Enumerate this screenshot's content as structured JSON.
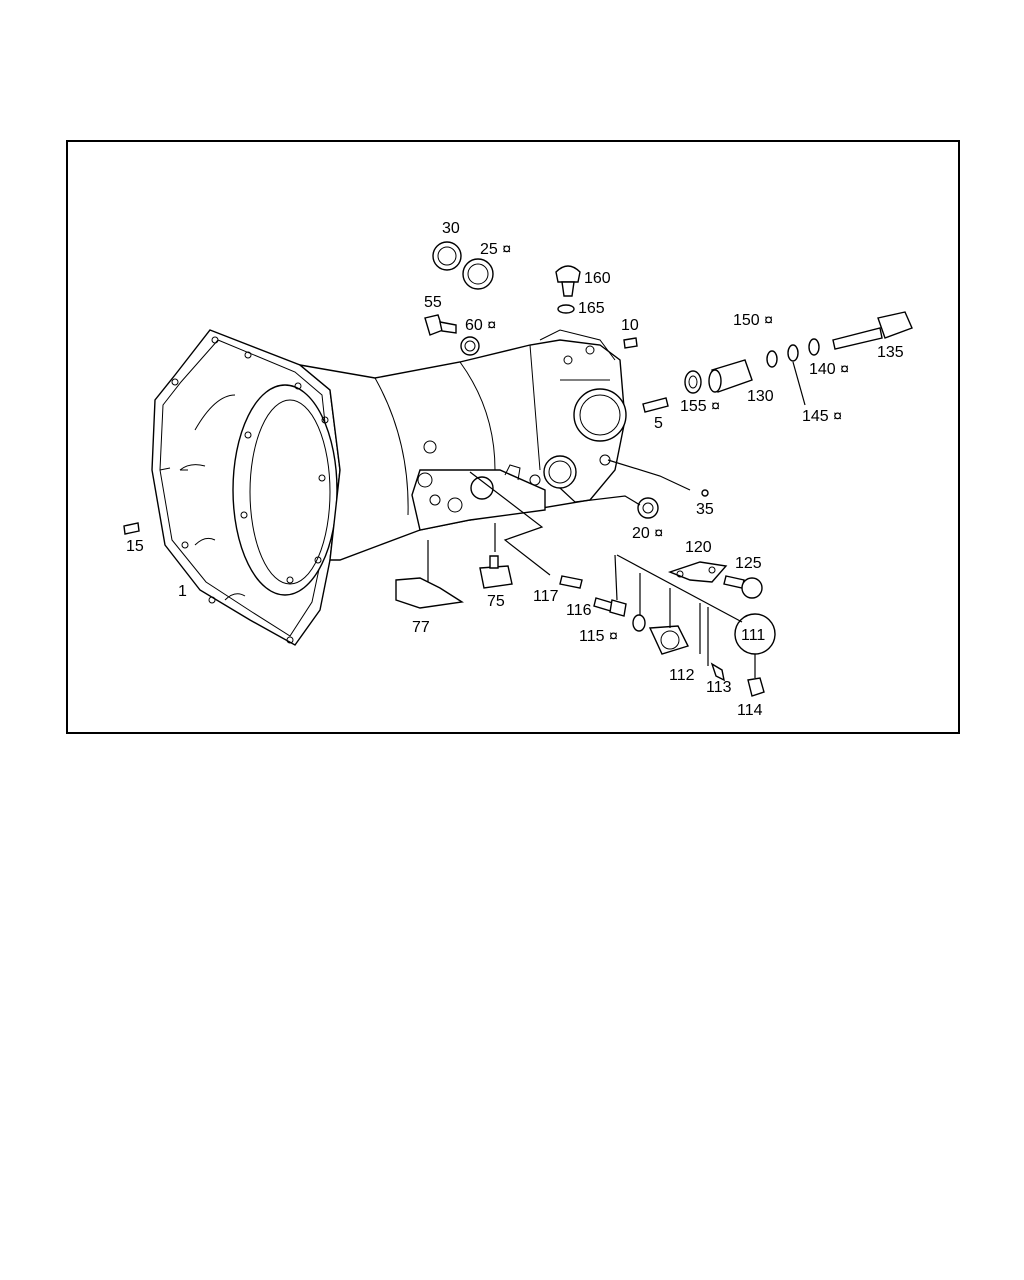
{
  "diagram": {
    "callouts": [
      {
        "id": "c1",
        "text": "1"
      },
      {
        "id": "c5",
        "text": "5"
      },
      {
        "id": "c10",
        "text": "10"
      },
      {
        "id": "c15",
        "text": "15"
      },
      {
        "id": "c20",
        "text": "20 ¤"
      },
      {
        "id": "c25",
        "text": "25 ¤"
      },
      {
        "id": "c30",
        "text": "30"
      },
      {
        "id": "c35",
        "text": "35"
      },
      {
        "id": "c55",
        "text": "55"
      },
      {
        "id": "c60",
        "text": "60 ¤"
      },
      {
        "id": "c75",
        "text": "75"
      },
      {
        "id": "c77",
        "text": "77"
      },
      {
        "id": "c111",
        "text": "111"
      },
      {
        "id": "c112",
        "text": "112"
      },
      {
        "id": "c113",
        "text": "113"
      },
      {
        "id": "c114",
        "text": "114"
      },
      {
        "id": "c115",
        "text": "115 ¤"
      },
      {
        "id": "c116",
        "text": "116"
      },
      {
        "id": "c117",
        "text": "117"
      },
      {
        "id": "c120",
        "text": "120"
      },
      {
        "id": "c125",
        "text": "125"
      },
      {
        "id": "c130",
        "text": "130"
      },
      {
        "id": "c135",
        "text": "135"
      },
      {
        "id": "c140",
        "text": "140 ¤"
      },
      {
        "id": "c145",
        "text": "145 ¤"
      },
      {
        "id": "c150",
        "text": "150 ¤"
      },
      {
        "id": "c155",
        "text": "155 ¤"
      },
      {
        "id": "c160",
        "text": "160"
      },
      {
        "id": "c165",
        "text": "165"
      }
    ]
  }
}
